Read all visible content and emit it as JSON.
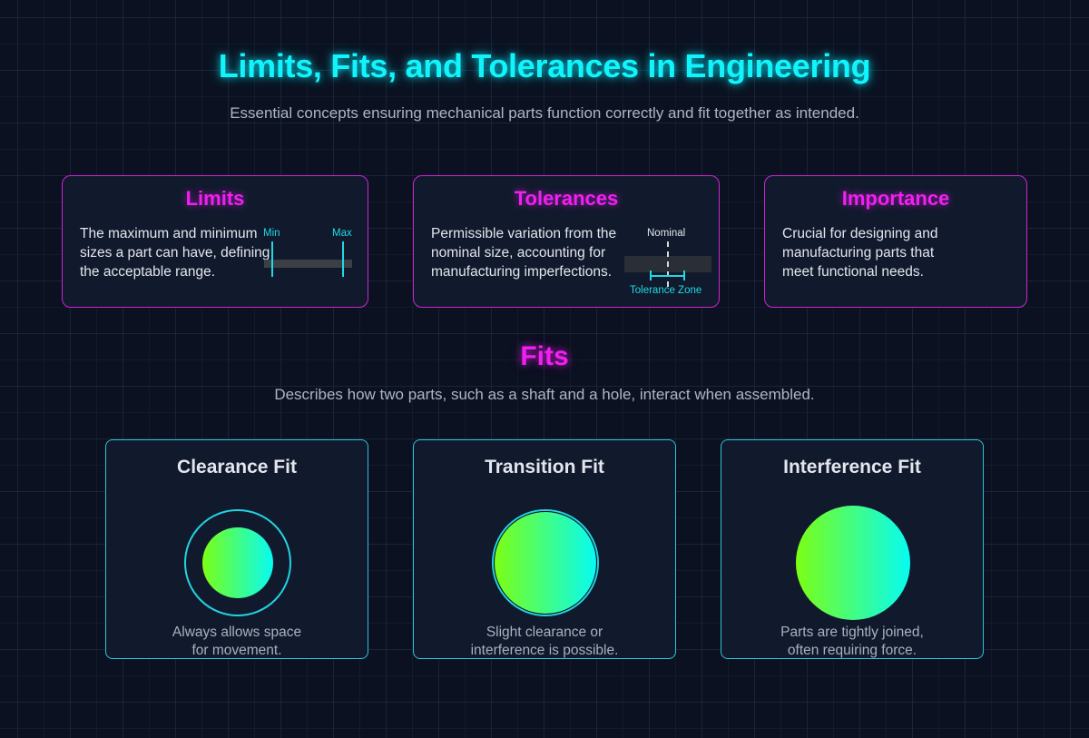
{
  "header": {
    "title": "Limits, Fits, and Tolerances in Engineering",
    "subtitle": "Essential concepts ensuring mechanical parts function correctly and fit together as intended."
  },
  "concepts": [
    {
      "title": "Limits",
      "text": "The maximum and minimum sizes a part can have, defining the acceptable range.",
      "diagram": {
        "min_label": "Min",
        "max_label": "Max"
      }
    },
    {
      "title": "Tolerances",
      "text": "Permissible variation from the nominal size, accounting for manufacturing imperfections.",
      "diagram": {
        "nominal_label": "Nominal",
        "zone_label": "Tolerance Zone"
      }
    },
    {
      "title": "Importance",
      "text": "Crucial for designing and manufacturing parts that meet functional needs."
    }
  ],
  "fits": {
    "title": "Fits",
    "subtitle": "Describes how two parts, such as a shaft and a hole, interact when assembled.",
    "cards": [
      {
        "title": "Clearance Fit",
        "desc_line1": "Always allows space",
        "desc_line2": "for movement."
      },
      {
        "title": "Transition Fit",
        "desc_line1": "Slight clearance or",
        "desc_line2": "interference is possible."
      },
      {
        "title": "Interference Fit",
        "desc_line1": "Parts are tightly joined,",
        "desc_line2": "often requiring force."
      }
    ]
  },
  "colors": {
    "background": "#0b1120",
    "card_bg": "#111a2d",
    "cyan_accent": "#12f4fb",
    "magenta_accent": "#f21ff2",
    "magenta_border": "#cf22d6",
    "cyan_border": "#2bc3d3",
    "shaft_gradient_start": "#7cff14",
    "shaft_gradient_end": "#07fbf3"
  }
}
